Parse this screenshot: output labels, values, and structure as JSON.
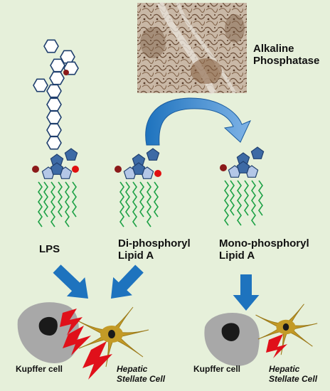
{
  "labels": {
    "enzyme_line1": "Alkaline",
    "enzyme_line2": "Phosphatase",
    "lps": "LPS",
    "di_line1": "Di-phosphoryl",
    "di_line2": "Lipid A",
    "mono_line1": "Mono-phosphoryl",
    "mono_line2": "Lipid A",
    "kupffer_left": "Kupffer cell",
    "stellate_left_line1": "Hepatic",
    "stellate_left_line2": "Stellate Cell",
    "kupffer_right": "Kupffer cell",
    "stellate_right_line1": "Hepatic",
    "stellate_right_line2": "Stellate Cell"
  },
  "colors": {
    "background": "#e6f0da",
    "pentagon_dark": "#3d6aa5",
    "pentagon_light": "#b4c7e7",
    "hexagon_stroke": "#1f3f6e",
    "phosphate_red": "#e01010",
    "phosphate_maroon": "#8b1a1a",
    "lipid_chain": "#1fa247",
    "arrow_blue": "#1e73be",
    "kupffer_gray": "#a8a8a8",
    "stellate_gold": "#c39a26",
    "lightning_red": "#e0101a",
    "micrograph_tone": "#9a7c63"
  }
}
